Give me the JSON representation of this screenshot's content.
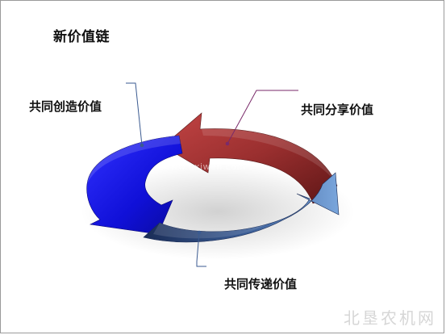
{
  "title": "新价值链",
  "labels": {
    "create": "共同创造价值",
    "share": "共同分享价值",
    "pass": "共同传递价值"
  },
  "watermarks": {
    "center": "www.nxiwen.com",
    "corner": "北垦农机网"
  },
  "colors": {
    "blue_arrow": "#1414e0",
    "red_arrow": "#8b2a2a",
    "steel_arrow": "#3c5f98",
    "callout_line_blue": "#3a5a90",
    "callout_line_purple": "#7a2a6a"
  }
}
